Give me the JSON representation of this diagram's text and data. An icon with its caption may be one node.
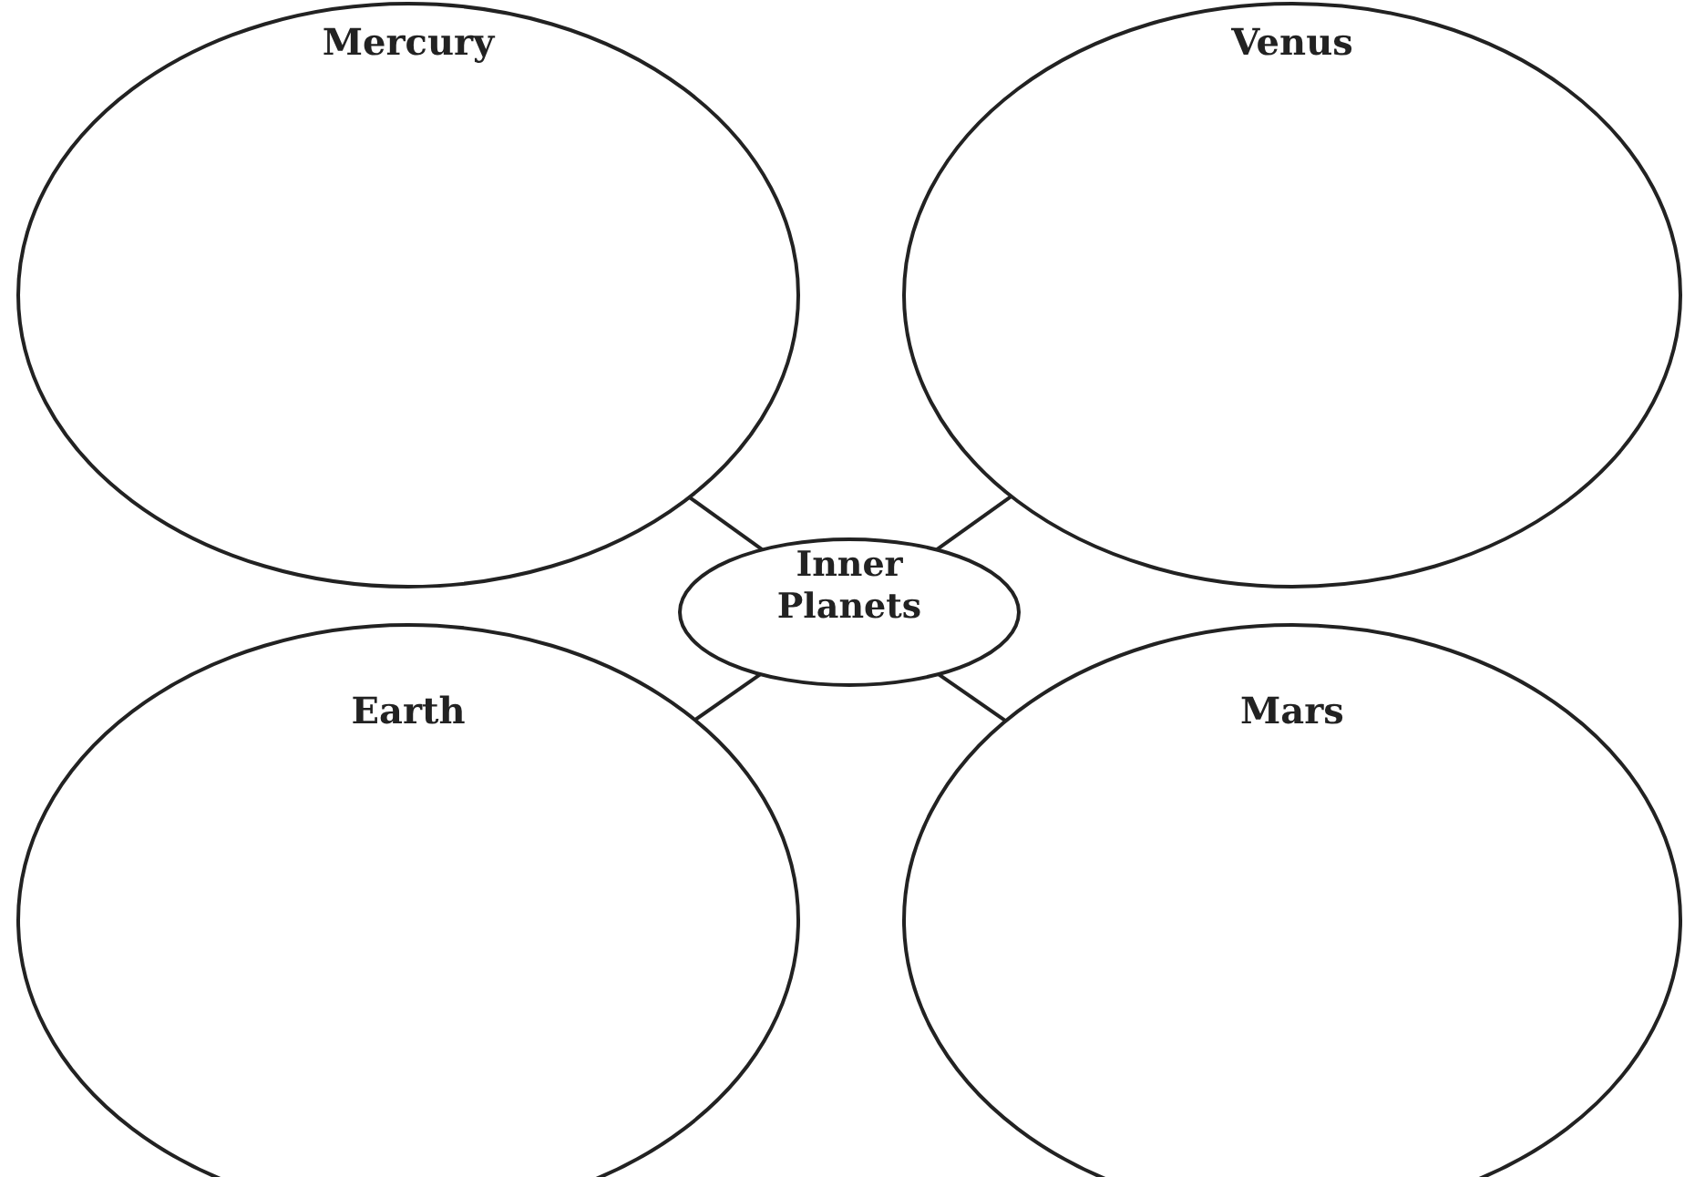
{
  "diagram": {
    "nodes": [
      {
        "text": [
          "Mercury"
        ]
      },
      {
        "text": [
          "Venus"
        ]
      },
      {
        "text": [
          "Inner Planets"
        ]
      },
      {
        "text": [
          "Earth"
        ]
      },
      {
        "text": [
          "Mars"
        ]
      }
    ],
    "edges": [
      {
        "from": 2,
        "to": 0,
        "arrow": "none"
      },
      {
        "from": 2,
        "to": 1,
        "arrow": "none"
      },
      {
        "from": 2,
        "to": 3,
        "arrow": "none"
      },
      {
        "from": 2,
        "to": 4,
        "arrow": "none"
      }
    ]
  }
}
